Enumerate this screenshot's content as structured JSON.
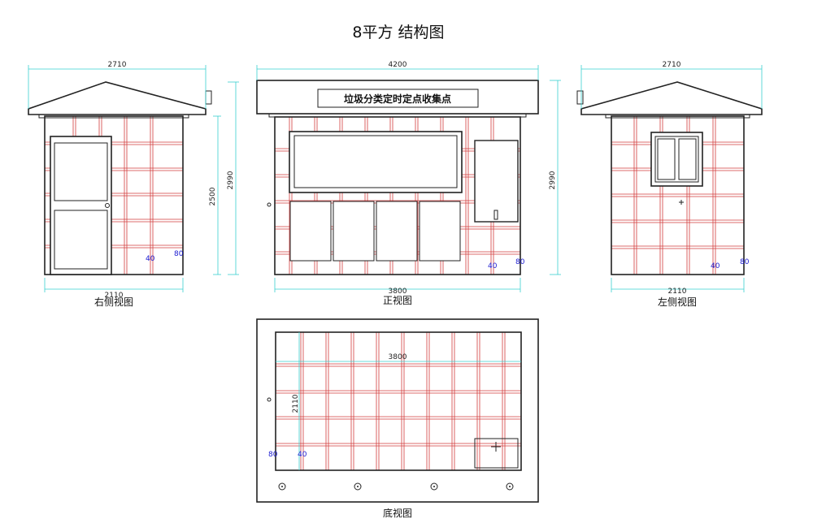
{
  "title": "8平方  结构图",
  "views": {
    "right": {
      "label": "右侧视图",
      "dim_top": "2710",
      "dim_bottom": "2110",
      "dim_height_inner": "2500",
      "dim_height_outer": "2990",
      "note_40": "40",
      "note_80": "80"
    },
    "front": {
      "label": "正视图",
      "sign": "垃圾分类定时定点收集点",
      "dim_top": "4200",
      "dim_bottom": "3800",
      "dim_height": "2990",
      "note_40": "40",
      "note_80": "80"
    },
    "left": {
      "label": "左侧视图",
      "dim_top": "2710",
      "dim_bottom": "2110",
      "note_40": "40",
      "note_80": "80"
    },
    "bottom": {
      "label": "底视图",
      "dim_width": "3800",
      "dim_depth": "2110",
      "note_80": "80",
      "note_40": "40"
    }
  },
  "colors": {
    "outline": "#222222",
    "grid": "#d23c3c",
    "dimension": "#39d0d0",
    "note": "#1a1ad0"
  }
}
